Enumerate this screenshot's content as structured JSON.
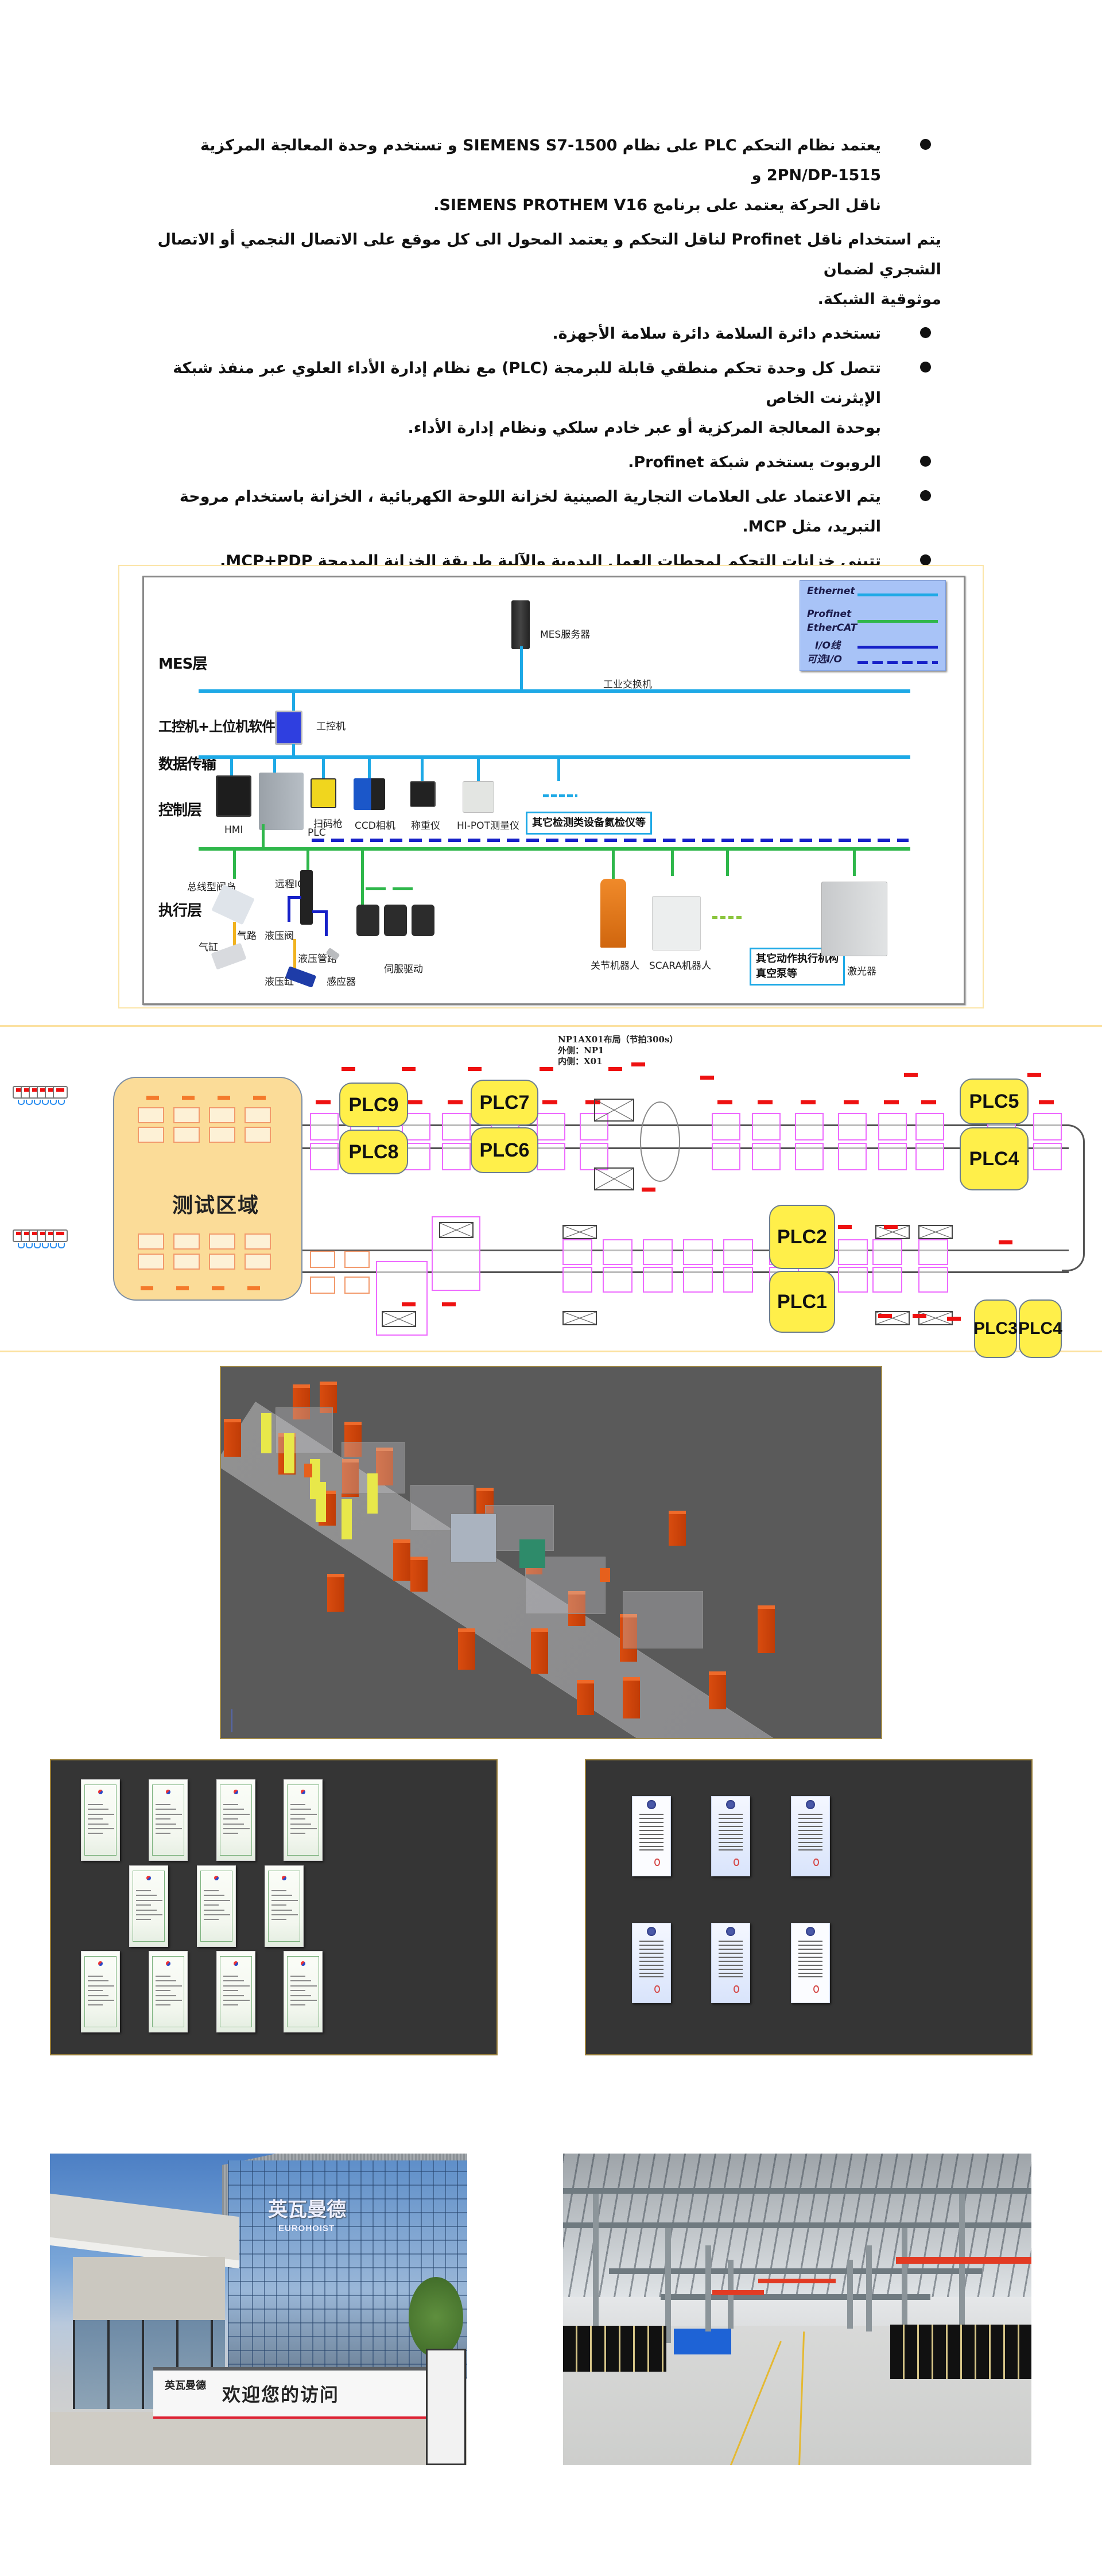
{
  "intro_text": {
    "items": [
      {
        "type": "bullet",
        "lines": [
          "يعتمد نظام التحكم PLC على نظام SIEMENS S7-1500 و تستخدم وحدة المعالجة المركزية 2PN/DP-1515 و",
          "ناقل الحركة يعتمد على برنامج SIEMENS PROTHEM V16."
        ]
      },
      {
        "type": "plain",
        "lines": [
          "يتم استخدام ناقل Profinet لناقل التحكم و يعتمد المحول الى كل موقع على الاتصال النجمي أو الاتصال الشجري لضمان",
          "موثوقية الشبكة."
        ]
      },
      {
        "type": "bullet",
        "lines": [
          "تستخدم دائرة السلامة دائرة سلامة الأجهزة."
        ]
      },
      {
        "type": "bullet",
        "lines": [
          "تتصل كل وحدة تحكم منطقي قابلة للبرمجة (PLC) مع نظام إدارة الأداء العلوي عبر منفذ شبكة الإيثرنت الخاص",
          "بوحدة المعالجة المركزية أو عبر خادم سلكي ونظام إدارة الأداء."
        ]
      },
      {
        "type": "bullet",
        "lines": [
          "الروبوت يستخدم شبكة Profinet."
        ]
      },
      {
        "type": "bullet",
        "lines": [
          "يتم الاعتماد على العلامات التجارية الصينية لخزانة اللوحة الكهربائية ، الخزانة باستخدام مروحة التبريد، مثل MCP."
        ]
      },
      {
        "type": "bullet",
        "lines": [
          "تتبنى خزانات التحكم لمحطات العمل اليدوية والآلية طريقة الخزانة المدمجة MCP+PDP."
        ]
      }
    ]
  },
  "network_diagram": {
    "layers": {
      "mes": "MES层",
      "ipc": "工控机+上位机软件层",
      "data": "数据传输",
      "control": "控制层",
      "execution": "执行层"
    },
    "devices": {
      "mes_server": "MES服务器",
      "switch": "工业交换机",
      "ipc": "工控机",
      "hmi": "HMI",
      "plc": "PLC",
      "scanner": "扫码枪",
      "ccd": "CCD相机",
      "scale": "称重仪",
      "hipot": "HI-POT测量仪",
      "other_test": "其它检测类设备氦检仪等",
      "valve_island": "总线型阀岛",
      "air_path": "气路",
      "air_cylinder": "气缸",
      "remote_io": "远程IO",
      "hyd_valve": "液压阀",
      "hyd_pipe": "液压管路",
      "hyd_cylinder": "液压缸",
      "sensor": "感应器",
      "servo": "伺服驱动",
      "joint_robot": "关节机器人",
      "scara": "SCARA机器人",
      "other_actuators_1": "其它动作执行机构",
      "other_actuators_2": "真空泵等",
      "laser": "激光器"
    },
    "legend": [
      {
        "label": "Ethernet",
        "color": "#1ea9e6",
        "style": "solid"
      },
      {
        "label": "Profinet",
        "color": "#2fb74b",
        "style": "solid"
      },
      {
        "label": "EtherCAT",
        "color": "#2fb74b",
        "style": "none"
      },
      {
        "label": "I/O线",
        "color": "#1620c8",
        "style": "solid"
      },
      {
        "label": "可选I/O",
        "color": "#1620c8",
        "style": "dashed"
      }
    ],
    "colors": {
      "ethernet": "#1ea9e6",
      "profinet": "#2fb74b",
      "io": "#1620c8",
      "pipe": "#f1b320"
    }
  },
  "plc_layout": {
    "title": "NP1AX01布局（节拍300s）",
    "outer": "外侧：NP1",
    "inner": "内侧：X01",
    "test_zone": "测试区域",
    "plcs": [
      "PLC9",
      "PLC8",
      "PLC7",
      "PLC6",
      "PLC5",
      "PLC4",
      "PLC2",
      "PLC1",
      "PLC3",
      "PLC4"
    ]
  },
  "render_3d": {
    "caption": ""
  },
  "certificates": {
    "left_count": 11,
    "right_count": 6
  },
  "photos": {
    "building": {
      "sign_cn": "英瓦曼德",
      "sign_en": "EUROHOIST",
      "gate_text": "欢迎您的访问",
      "gate_brand": "英瓦曼德"
    },
    "factory": {}
  }
}
